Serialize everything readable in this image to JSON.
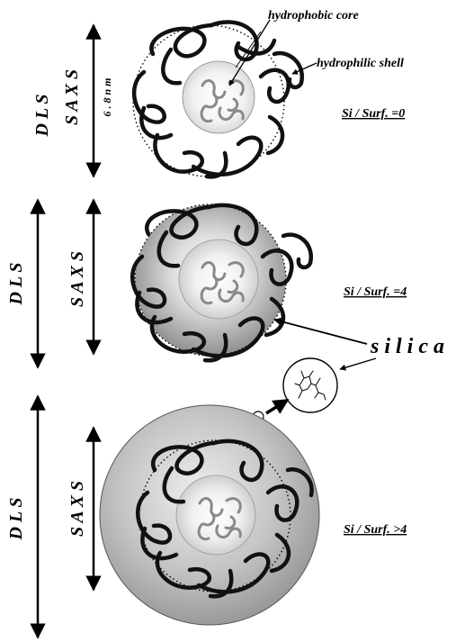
{
  "labels": {
    "hydrophobic_core": "hydrophobic core",
    "hydrophilic_shell": "hydrophilic shell",
    "silica": "s i l i c a",
    "dls": "D L S",
    "saxs": "S A X S",
    "size": "6 . 8   n m"
  },
  "panels": [
    {
      "ratio_label": "Si / Surf. =0",
      "shows_size": true
    },
    {
      "ratio_label": "Si / Surf. =4",
      "shows_size": false
    },
    {
      "ratio_label": "Si / Surf. >4",
      "shows_size": false
    }
  ],
  "colors": {
    "ink": "#000000",
    "chain_light": "#9a9a9a",
    "shell_gray": "#9c9c9c",
    "outer_gray": "#a8a8a8"
  }
}
